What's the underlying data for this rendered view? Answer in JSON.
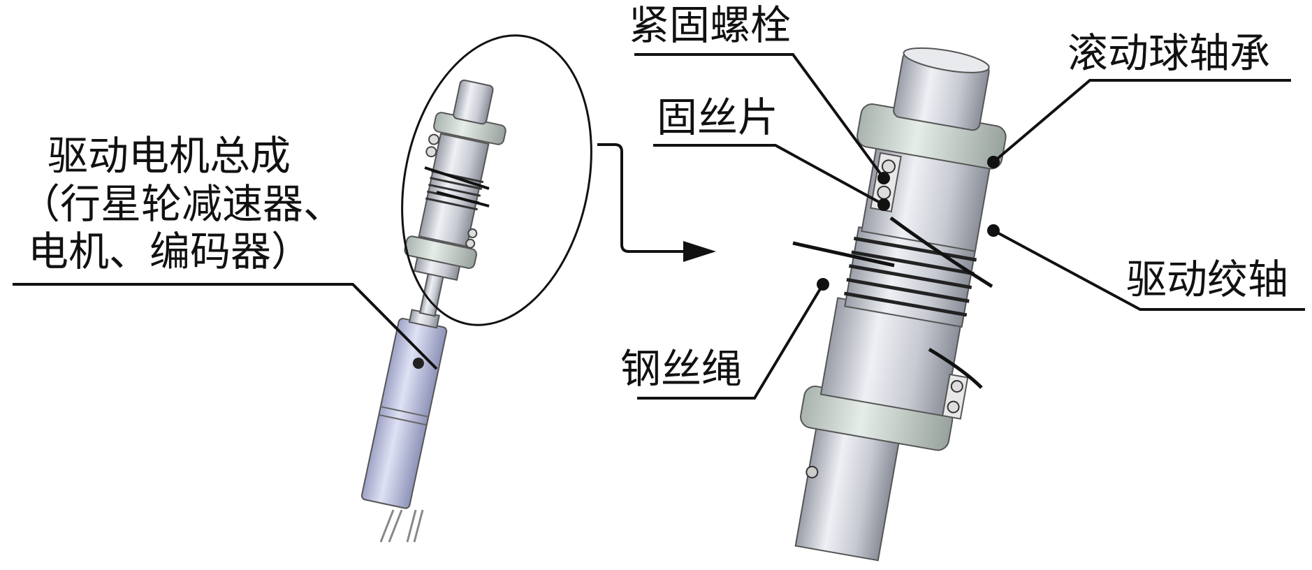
{
  "labels": {
    "drive_motor_assembly": [
      "驱动电机总成",
      "（行星轮减速器、",
      "电机、编码器）"
    ],
    "fastening_bolt": "紧固螺栓",
    "rolling_ball_bearing": "滚动球轴承",
    "wire_fixing_piece": "固丝片",
    "drive_capstan": "驱动绞轴",
    "steel_wire_rope": "钢丝绳"
  },
  "colors": {
    "metal_light": "#e4e6ec",
    "metal_mid": "#c3c6cf",
    "metal_dark": "#8e929c",
    "bearing_green": "#d9e2dc",
    "motor_blue": "#c9cde6",
    "line": "#111111"
  }
}
